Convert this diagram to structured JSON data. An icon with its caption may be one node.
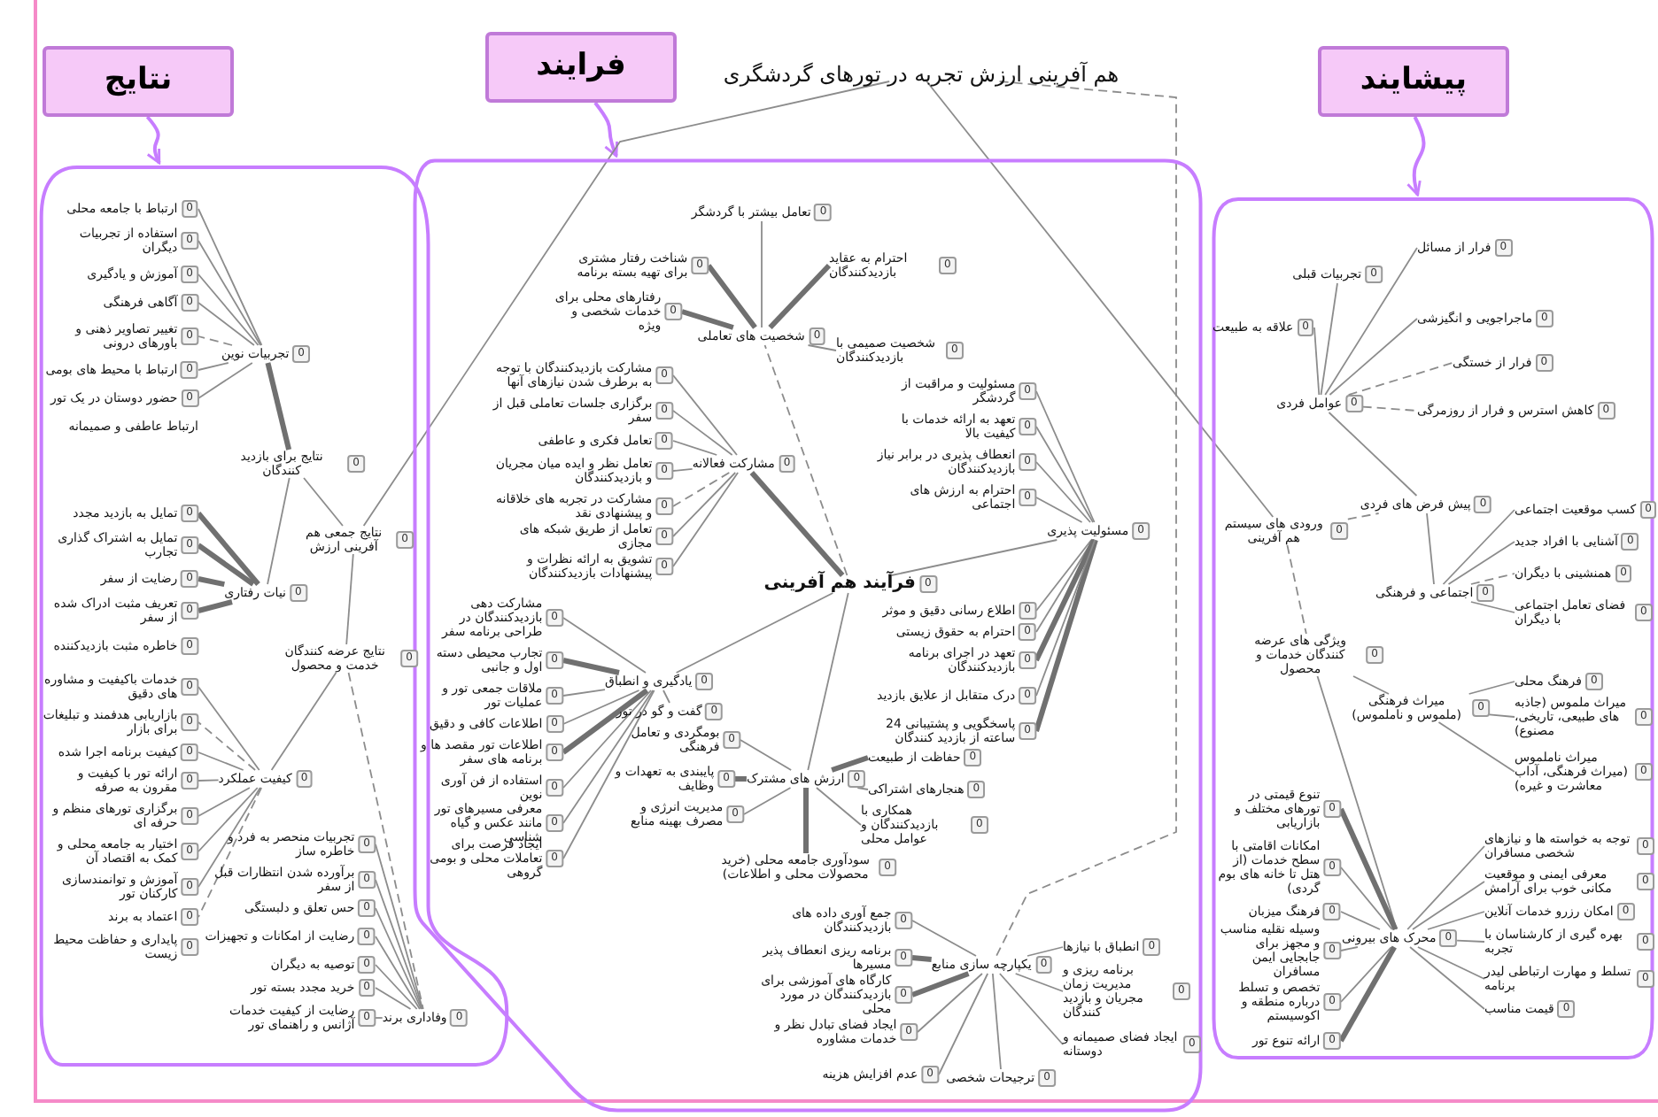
{
  "diagram": {
    "nodes": [
      {
        "text": [
          "نتایج"
        ]
      },
      {
        "text": [
          "فرایند"
        ]
      },
      {
        "text": [
          "پیشایند"
        ]
      },
      {
        "text": [],
        "shape": "blob"
      },
      {
        "text": [],
        "shape": "blob"
      },
      {
        "text": [],
        "shape": "blob"
      },
      {
        "text": [
          "هم آفرینی ارزش تجربه در تورهای گردشگری"
        ]
      },
      {
        "text": [
          "0",
          "تجربیات نوین"
        ],
        "in": 3
      },
      {
        "text": [
          "0",
          "ارتباط با جامعه محلی"
        ],
        "in": 3
      },
      {
        "text": [
          "0",
          "استفاده از تجربیات دیگران"
        ],
        "in": 3
      },
      {
        "text": [
          "0",
          "آموزش و یادگیری"
        ],
        "in": 3
      },
      {
        "text": [
          "0",
          "آگاهی فرهنگی"
        ],
        "in": 3
      },
      {
        "text": [
          "0",
          "تغییر تصاویر ذهنی و باورهای درونی"
        ],
        "in": 3
      },
      {
        "text": [
          "0",
          "ارتباط با محیط های بومی"
        ],
        "in": 3
      },
      {
        "text": [
          "0",
          "حضور دوستان در یک تور"
        ],
        "in": 3
      },
      {
        "text": [
          "ارتباط عاطفی و صمیمانه"
        ],
        "in": 3
      },
      {
        "text": [
          "0",
          "نتایج برای بازدید کنندگان"
        ],
        "in": 3
      },
      {
        "text": [
          "0",
          "نیات رفتاری"
        ],
        "in": 3
      },
      {
        "text": [
          "0",
          "تمایل به بازدید مجدد"
        ],
        "in": 3
      },
      {
        "text": [
          "0",
          "تمایل به اشتراک گذاری تجارب"
        ],
        "in": 3
      },
      {
        "text": [
          "0",
          "رضایت از سفر"
        ],
        "in": 3
      },
      {
        "text": [
          "0",
          "تعریف مثبت ادراک شده از سفر"
        ],
        "in": 3
      },
      {
        "text": [
          "0",
          "خاطره مثبت بازدیدکننده"
        ],
        "in": 3
      },
      {
        "text": [
          "0",
          "نتایج جمعی هم آفرینی ارزش"
        ],
        "in": 3
      },
      {
        "text": [
          "0",
          "نتایج عرضه کنندگان خدمت و محصول"
        ],
        "in": 3
      },
      {
        "text": [
          "0",
          "کیفیت عملکرد"
        ],
        "in": 3
      },
      {
        "text": [
          "0",
          "خدمات باکیفیت و مشاوره های دقیق"
        ],
        "in": 3
      },
      {
        "text": [
          "0",
          "بازاریابی هدفمند و تبلیغات برای بازار"
        ],
        "in": 3
      },
      {
        "text": [
          "0",
          "کیفیت برنامه اجرا شده"
        ],
        "in": 3
      },
      {
        "text": [
          "0",
          "ارائه تور با کیفیت و مقرون به صرفه"
        ],
        "in": 3
      },
      {
        "text": [
          "0",
          "برگزاری تورهای منظم و حرفه ای"
        ],
        "in": 3
      },
      {
        "text": [
          "0",
          "اختیار به جامعه محلی و کمک به اقتصاد آن"
        ],
        "in": 3
      },
      {
        "text": [
          "0",
          "آموزش و توانمندسازی کارکنان تور"
        ],
        "in": 3
      },
      {
        "text": [
          "0",
          "اعتماد به برند"
        ],
        "in": 3
      },
      {
        "text": [
          "0",
          "پایداری و حفاظت محیط زیست"
        ],
        "in": 3
      },
      {
        "text": [
          "0",
          "وفاداری برند"
        ],
        "in": 3
      },
      {
        "text": [
          "0",
          "توصیه به دیگران"
        ],
        "in": 3
      },
      {
        "text": [
          "0",
          "خرید مجدد بسته تور"
        ],
        "in": 3
      },
      {
        "text": [
          "0",
          "رضایت از امکانات و تجهیزات"
        ],
        "in": 3
      },
      {
        "text": [
          "0",
          "رضایت از کیفیت خدمات آژانس و راهنمای تور"
        ],
        "in": 3
      },
      {
        "text": [
          "0",
          "حس تعلق و دلبستگی"
        ],
        "in": 3
      },
      {
        "text": [
          "0",
          "برآورده شدن انتظارات قبل از سفر"
        ],
        "in": 3
      },
      {
        "text": [
          "0",
          "تجربیات منحصر به فرد و خاطره ساز"
        ],
        "in": 3
      },
      {
        "text": [
          "0",
          "فرآیند هم آفرینی"
        ],
        "in": 4
      },
      {
        "text": [
          "0",
          "شخصیت های تعاملی"
        ],
        "in": 4
      },
      {
        "text": [
          "0",
          "تعامل بیشتر با گردشگر"
        ],
        "in": 4
      },
      {
        "text": [
          "0",
          "احترام به عقاید بازدیدکنندگان"
        ],
        "in": 4
      },
      {
        "text": [
          "0",
          "رفتارهای محلی برای خدمات شخصی و ویژه"
        ],
        "in": 4
      },
      {
        "text": [
          "0",
          "شناخت رفتار مشتری برای تهیه بسته برنامه"
        ],
        "in": 4
      },
      {
        "text": [
          "0",
          "شخصیت صمیمی با بازدیدکنندگان"
        ],
        "in": 4
      },
      {
        "text": [
          "0",
          "مشارکت فعالانه"
        ],
        "in": 4
      },
      {
        "text": [
          "0",
          "مشارکت بازدیدکنندگان با توجه به برطرف شدن نیازهای آنها"
        ],
        "in": 4
      },
      {
        "text": [
          "0",
          "برگزاری جلسات تعاملی قبل از سفر"
        ],
        "in": 4
      },
      {
        "text": [
          "0",
          "تعامل فکری و عاطفی"
        ],
        "in": 4
      },
      {
        "text": [
          "0",
          "تعامل نظر و ایده میان مجریان و بازدیدکنندگان"
        ],
        "in": 4
      },
      {
        "text": [
          "0",
          "مشارکت در تجربه های خلاقانه و پیشنهادی نقد"
        ],
        "in": 4
      },
      {
        "text": [
          "0",
          "تعامل از طریق شبکه های مجازی"
        ],
        "in": 4
      },
      {
        "text": [
          "0",
          "تشویق به ارائه نظرات و پیشنهادات بازدیدکنندگان"
        ],
        "in": 4
      },
      {
        "text": [
          "0",
          "یادگیری و انطباق"
        ],
        "in": 4
      },
      {
        "text": [
          "0",
          "تجارب محیطی دسته اول و جانبی"
        ],
        "in": 4
      },
      {
        "text": [
          "0",
          "ملاقات جمعی تور و عملیات تور"
        ],
        "in": 4
      },
      {
        "text": [
          "0",
          "اطلاعات کافی و دقیق"
        ],
        "in": 4
      },
      {
        "text": [
          "0",
          "اطلاعات تور مقصد ها و برنامه های سفر"
        ],
        "in": 4
      },
      {
        "text": [
          "0",
          "استفاده از فن آوری نوین"
        ],
        "in": 4
      },
      {
        "text": [
          "0",
          "معرفی مسیرهای تور مانند عکس و گیاه شناسی"
        ],
        "in": 4
      },
      {
        "text": [
          "0",
          "ایجاد فرصت برای تعاملات محلی و بومی گروهی"
        ],
        "in": 4
      },
      {
        "text": [
          "0",
          "گفت و گو در تور"
        ],
        "in": 4
      },
      {
        "text": [
          "0",
          "مشارکت دهی بازدیدکنندگان در طراحی برنامه سفر"
        ],
        "in": 4
      },
      {
        "text": [
          "0",
          "ارزش های مشترک"
        ],
        "in": 4
      },
      {
        "text": [
          "0",
          "حفاظت از طبیعت"
        ],
        "in": 4
      },
      {
        "text": [
          "0",
          "هنجارهای اشتراکی"
        ],
        "in": 4
      },
      {
        "text": [
          "0",
          "همکاری با بازدیدکنندگان و عوامل محلی"
        ],
        "in": 4
      },
      {
        "text": [
          "0",
          "مدیریت انرژی و مصرف بهینه منابع"
        ],
        "in": 4
      },
      {
        "text": [
          "0",
          "پایبندی به تعهدات و وظایف"
        ],
        "in": 4
      },
      {
        "text": [
          "0",
          "بومگردی و تعامل فرهنگی"
        ],
        "in": 4
      },
      {
        "text": [
          "0",
          "سودآوری جامعه محلی (خرید محصولات محلی و اطلاعات)"
        ],
        "in": 4
      },
      {
        "text": [
          "0",
          "یکپارچه سازی منابع"
        ],
        "in": 4
      },
      {
        "text": [
          "0",
          "جمع آوری داده های بازدیدکنندگان"
        ],
        "in": 4
      },
      {
        "text": [
          "0",
          "برنامه ریزی انعطاف پذیر مسیرها"
        ],
        "in": 4
      },
      {
        "text": [
          "0",
          "کارگاه های آموزشی برای بازدیدکنندگان در مورد محلی"
        ],
        "in": 4
      },
      {
        "text": [
          "0",
          "ایجاد فضای تبادل نظر و خدمات مشاوره"
        ],
        "in": 4
      },
      {
        "text": [
          "0",
          "عدم افزایش هزینه"
        ],
        "in": 4
      },
      {
        "text": [
          "0",
          "ترجیحات شخصی"
        ],
        "in": 4
      },
      {
        "text": [
          "0",
          "برنامه ریزی و مدیریت زمان مجریان و بازدید کنندگان"
        ],
        "in": 4
      },
      {
        "text": [
          "0",
          "ایجاد فضای صمیمانه و دوستانه"
        ],
        "in": 4
      },
      {
        "text": [
          "0",
          "انطباق با نیازها"
        ],
        "in": 4
      },
      {
        "text": [
          "0",
          "مسئولیت پذیری"
        ],
        "in": 4
      },
      {
        "text": [
          "0",
          "مسئولیت و مراقبت از گردشگر"
        ],
        "in": 4
      },
      {
        "text": [
          "0",
          "تعهد به ارائه خدمات با کیفیت بالا"
        ],
        "in": 4
      },
      {
        "text": [
          "0",
          "انعطاف پذیری در برابر نیاز بازدیدکنندگان"
        ],
        "in": 4
      },
      {
        "text": [
          "0",
          "احترام به ارزش های اجتماعی"
        ],
        "in": 4
      },
      {
        "text": [
          "0",
          "اطلاع رسانی دقیق و موثر"
        ],
        "in": 4
      },
      {
        "text": [
          "0",
          "احترام به حقوق زیستی"
        ],
        "in": 4
      },
      {
        "text": [
          "0",
          "تعهد در اجرای برنامه بازدیدکنندگان"
        ],
        "in": 4
      },
      {
        "text": [
          "0",
          "پاسخگویی و پشتیبانی 24 ساعته از بازدید کنندگان"
        ],
        "in": 4
      },
      {
        "text": [
          "0",
          "درک متقابل از علایق بازدید"
        ],
        "in": 4
      },
      {
        "text": [
          "0",
          "ورودی های سیستم هم آفرینی"
        ],
        "in": 5
      },
      {
        "text": [
          "0",
          "عوامل فردی"
        ],
        "in": 5
      },
      {
        "text": [
          "0",
          "علاقه به طبیعت"
        ],
        "in": 5
      },
      {
        "text": [
          "0",
          "تجربیات قبلی"
        ],
        "in": 5
      },
      {
        "text": [
          "0",
          "فرار از مسائل"
        ],
        "in": 5
      },
      {
        "text": [
          "0",
          "ماجراجویی و انگیزشی"
        ],
        "in": 5
      },
      {
        "text": [
          "0",
          "فرار از خستگی"
        ],
        "in": 5
      },
      {
        "text": [
          "0",
          "کاهش استرس و فرار از روزمرگی"
        ],
        "in": 5
      },
      {
        "text": [
          "0",
          "پیش فرض های فردی"
        ],
        "in": 5
      },
      {
        "text": [
          "0",
          "اجتماعی و فرهنگی"
        ],
        "in": 5
      },
      {
        "text": [
          "0",
          "کسب موقعیت اجتماعی"
        ],
        "in": 5
      },
      {
        "text": [
          "0",
          "آشنایی با افراد جدید"
        ],
        "in": 5
      },
      {
        "text": [
          "0",
          "همنشینی با دیگران"
        ],
        "in": 5
      },
      {
        "text": [
          "0",
          "فضای تعامل اجتماعی با دیگران"
        ],
        "in": 5
      },
      {
        "text": [
          "0",
          "ویژگی های عرضه کنندگان خدمات و محصول"
        ],
        "in": 5
      },
      {
        "text": [
          "0",
          "محرک های بیرونی"
        ],
        "in": 5
      },
      {
        "text": [
          "0",
          "تنوع قیمتی در تورهای مختلف و بازاریابی"
        ],
        "in": 5
      },
      {
        "text": [
          "0",
          "امکانات اقامتی با سطح خدمات (از هتل تا خانه های بوم گردی)"
        ],
        "in": 5
      },
      {
        "text": [
          "0",
          "فرهنگ میزبان"
        ],
        "in": 5
      },
      {
        "text": [
          "0",
          "وسیله نقلیه مناسب و مجهز برای جابجایی ایمن مسافران"
        ],
        "in": 5
      },
      {
        "text": [
          "0",
          "تخصص و تسلط درباره منطقه و اکوسیستم"
        ],
        "in": 5
      },
      {
        "text": [
          "0",
          "توجه به خواسته ها و نیازهای شخصی مسافران"
        ],
        "in": 5
      },
      {
        "text": [
          "0",
          "معرفی ایمنی و موقعیت مکانی خوب برای آرامش"
        ],
        "in": 5
      },
      {
        "text": [
          "0",
          "ارائه تنوع تور"
        ],
        "in": 5
      },
      {
        "text": [
          "0",
          "امکان رزرو خدمات آنلاین"
        ],
        "in": 5
      },
      {
        "text": [
          "0",
          "بهره گیری از کارشناسان با تجربه"
        ],
        "in": 5
      },
      {
        "text": [
          "0",
          "تسلط و مهارت ارتباطی لیدر برنامه"
        ],
        "in": 5
      },
      {
        "text": [
          "0",
          "قیمت مناسب"
        ],
        "in": 5
      },
      {
        "text": [
          "0",
          "میراث فرهنگی (ملموس و ناملموس)"
        ],
        "in": 5
      },
      {
        "text": [
          "0",
          "فرهنگ محلی"
        ],
        "in": 5
      },
      {
        "text": [
          "0",
          "میراث ملموس (جاذبه های طبیعی، تاریخی، مصنوع)"
        ],
        "in": 5
      },
      {
        "text": [
          "0",
          "میراث ناملموس (میراث فرهنگی، آداب معاشرت و غیره)"
        ],
        "in": 5
      }
    ],
    "edges": [
      {
        "from": 0,
        "to": 3,
        "arrow": "to",
        "color": "#c77dff"
      },
      {
        "from": 1,
        "to": 4,
        "arrow": "to",
        "color": "#c77dff"
      },
      {
        "from": 2,
        "to": 5,
        "arrow": "to",
        "color": "#c77dff"
      },
      {
        "from": 6,
        "to": 23,
        "arrow": "none"
      },
      {
        "from": 6,
        "to": 96,
        "arrow": "none"
      },
      {
        "from": 6,
        "to": 76,
        "arrow": "none",
        "style": "dashed"
      },
      {
        "from": 7,
        "to": 8,
        "arrow": "none"
      },
      {
        "from": 7,
        "to": 9,
        "arrow": "none"
      },
      {
        "from": 7,
        "to": 10,
        "arrow": "none"
      },
      {
        "from": 7,
        "to": 11,
        "arrow": "none"
      },
      {
        "from": 7,
        "to": 12,
        "arrow": "none",
        "style": "dashed"
      },
      {
        "from": 7,
        "to": 13,
        "arrow": "none"
      },
      {
        "from": 7,
        "to": 14,
        "arrow": "none"
      },
      {
        "from": 7,
        "to": 16,
        "arrow": "none",
        "style": "thick"
      },
      {
        "from": 16,
        "to": 17,
        "arrow": "none"
      },
      {
        "from": 16,
        "to": 23,
        "arrow": "none"
      },
      {
        "from": 17,
        "to": 18,
        "arrow": "none",
        "style": "thick"
      },
      {
        "from": 17,
        "to": 19,
        "arrow": "none",
        "style": "thick"
      },
      {
        "from": 17,
        "to": 20,
        "arrow": "none",
        "style": "thick"
      },
      {
        "from": 17,
        "to": 21,
        "arrow": "none",
        "style": "thick"
      },
      {
        "from": 23,
        "to": 24,
        "arrow": "none"
      },
      {
        "from": 24,
        "to": 25,
        "arrow": "none"
      },
      {
        "from": 24,
        "to": 35,
        "arrow": "none",
        "style": "dashed"
      },
      {
        "from": 25,
        "to": 26,
        "arrow": "none"
      },
      {
        "from": 25,
        "to": 27,
        "arrow": "none",
        "style": "dashed"
      },
      {
        "from": 25,
        "to": 28,
        "arrow": "none"
      },
      {
        "from": 25,
        "to": 29,
        "arrow": "none"
      },
      {
        "from": 25,
        "to": 30,
        "arrow": "none"
      },
      {
        "from": 25,
        "to": 31,
        "arrow": "none"
      },
      {
        "from": 25,
        "to": 32,
        "arrow": "none"
      },
      {
        "from": 25,
        "to": 33,
        "arrow": "none",
        "style": "dashed"
      },
      {
        "from": 35,
        "to": 36,
        "arrow": "none"
      },
      {
        "from": 35,
        "to": 37,
        "arrow": "none"
      },
      {
        "from": 35,
        "to": 38,
        "arrow": "none"
      },
      {
        "from": 35,
        "to": 39,
        "arrow": "none",
        "style": "dashed"
      },
      {
        "from": 35,
        "to": 40,
        "arrow": "none"
      },
      {
        "from": 35,
        "to": 41,
        "arrow": "none"
      },
      {
        "from": 35,
        "to": 42,
        "arrow": "none"
      },
      {
        "from": 43,
        "to": 44,
        "arrow": "none",
        "style": "dashed"
      },
      {
        "from": 44,
        "to": 45,
        "arrow": "none"
      },
      {
        "from": 44,
        "to": 46,
        "arrow": "none",
        "style": "thick"
      },
      {
        "from": 44,
        "to": 47,
        "arrow": "none",
        "style": "thick"
      },
      {
        "from": 44,
        "to": 48,
        "arrow": "none",
        "style": "thick"
      },
      {
        "from": 44,
        "to": 49,
        "arrow": "none"
      },
      {
        "from": 43,
        "to": 50,
        "arrow": "none",
        "style": "thick"
      },
      {
        "from": 50,
        "to": 51,
        "arrow": "none"
      },
      {
        "from": 50,
        "to": 52,
        "arrow": "none"
      },
      {
        "from": 50,
        "to": 53,
        "arrow": "none"
      },
      {
        "from": 50,
        "to": 54,
        "arrow": "none"
      },
      {
        "from": 50,
        "to": 55,
        "arrow": "none",
        "style": "dashed"
      },
      {
        "from": 50,
        "to": 56,
        "arrow": "none"
      },
      {
        "from": 50,
        "to": 57,
        "arrow": "none"
      },
      {
        "from": 43,
        "to": 58,
        "arrow": "none"
      },
      {
        "from": 58,
        "to": 59,
        "arrow": "none",
        "style": "thick"
      },
      {
        "from": 58,
        "to": 60,
        "arrow": "none"
      },
      {
        "from": 58,
        "to": 61,
        "arrow": "none"
      },
      {
        "from": 58,
        "to": 62,
        "arrow": "none",
        "style": "thick"
      },
      {
        "from": 58,
        "to": 63,
        "arrow": "none"
      },
      {
        "from": 58,
        "to": 64,
        "arrow": "none"
      },
      {
        "from": 58,
        "to": 65,
        "arrow": "none"
      },
      {
        "from": 58,
        "to": 66,
        "arrow": "none"
      },
      {
        "from": 58,
        "to": 67,
        "arrow": "none"
      },
      {
        "from": 43,
        "to": 68,
        "arrow": "none"
      },
      {
        "from": 68,
        "to": 69,
        "arrow": "none",
        "style": "thick"
      },
      {
        "from": 68,
        "to": 70,
        "arrow": "none"
      },
      {
        "from": 68,
        "to": 71,
        "arrow": "none"
      },
      {
        "from": 68,
        "to": 72,
        "arrow": "none"
      },
      {
        "from": 68,
        "to": 73,
        "arrow": "none",
        "style": "thick"
      },
      {
        "from": 68,
        "to": 74,
        "arrow": "none"
      },
      {
        "from": 68,
        "to": 75,
        "arrow": "none",
        "style": "thick"
      },
      {
        "from": 76,
        "to": 77,
        "arrow": "none"
      },
      {
        "from": 76,
        "to": 78,
        "arrow": "none",
        "style": "thick"
      },
      {
        "from": 76,
        "to": 79,
        "arrow": "none",
        "style": "thick"
      },
      {
        "from": 76,
        "to": 80,
        "arrow": "none"
      },
      {
        "from": 76,
        "to": 81,
        "arrow": "none"
      },
      {
        "from": 76,
        "to": 82,
        "arrow": "none"
      },
      {
        "from": 76,
        "to": 83,
        "arrow": "none"
      },
      {
        "from": 76,
        "to": 84,
        "arrow": "none"
      },
      {
        "from": 76,
        "to": 85,
        "arrow": "none"
      },
      {
        "from": 43,
        "to": 86,
        "arrow": "none"
      },
      {
        "from": 86,
        "to": 87,
        "arrow": "none"
      },
      {
        "from": 86,
        "to": 88,
        "arrow": "none"
      },
      {
        "from": 86,
        "to": 89,
        "arrow": "none"
      },
      {
        "from": 86,
        "to": 90,
        "arrow": "none"
      },
      {
        "from": 86,
        "to": 91,
        "arrow": "none"
      },
      {
        "from": 86,
        "to": 92,
        "arrow": "none"
      },
      {
        "from": 86,
        "to": 93,
        "arrow": "none",
        "style": "thick"
      },
      {
        "from": 86,
        "to": 94,
        "arrow": "none",
        "style": "thick"
      },
      {
        "from": 86,
        "to": 95,
        "arrow": "none"
      },
      {
        "from": 96,
        "to": 104,
        "arrow": "none",
        "style": "dashed"
      },
      {
        "from": 104,
        "to": 97,
        "arrow": "none"
      },
      {
        "from": 104,
        "to": 105,
        "arrow": "none"
      },
      {
        "from": 97,
        "to": 98,
        "arrow": "none"
      },
      {
        "from": 97,
        "to": 99,
        "arrow": "none"
      },
      {
        "from": 97,
        "to": 100,
        "arrow": "none"
      },
      {
        "from": 97,
        "to": 101,
        "arrow": "none"
      },
      {
        "from": 97,
        "to": 102,
        "arrow": "none",
        "style": "dashed"
      },
      {
        "from": 97,
        "to": 103,
        "arrow": "none",
        "style": "dashed"
      },
      {
        "from": 105,
        "to": 106,
        "arrow": "none"
      },
      {
        "from": 105,
        "to": 107,
        "arrow": "none"
      },
      {
        "from": 105,
        "to": 108,
        "arrow": "none",
        "style": "dashed"
      },
      {
        "from": 105,
        "to": 109,
        "arrow": "none"
      },
      {
        "from": 96,
        "to": 110,
        "arrow": "none",
        "style": "dashed"
      },
      {
        "from": 110,
        "to": 111,
        "arrow": "none"
      },
      {
        "from": 110,
        "to": 124,
        "arrow": "none"
      },
      {
        "from": 111,
        "to": 112,
        "arrow": "none",
        "style": "thick"
      },
      {
        "from": 111,
        "to": 113,
        "arrow": "none"
      },
      {
        "from": 111,
        "to": 114,
        "arrow": "none"
      },
      {
        "from": 111,
        "to": 115,
        "arrow": "none"
      },
      {
        "from": 111,
        "to": 116,
        "arrow": "none"
      },
      {
        "from": 111,
        "to": 117,
        "arrow": "none"
      },
      {
        "from": 111,
        "to": 118,
        "arrow": "none"
      },
      {
        "from": 111,
        "to": 119,
        "arrow": "none",
        "style": "thick"
      },
      {
        "from": 111,
        "to": 120,
        "arrow": "none"
      },
      {
        "from": 111,
        "to": 121,
        "arrow": "none"
      },
      {
        "from": 111,
        "to": 122,
        "arrow": "none"
      },
      {
        "from": 111,
        "to": 123,
        "arrow": "none"
      },
      {
        "from": 124,
        "to": 125,
        "arrow": "none"
      },
      {
        "from": 124,
        "to": 126,
        "arrow": "none"
      },
      {
        "from": 124,
        "to": 127,
        "arrow": "none"
      }
    ]
  }
}
